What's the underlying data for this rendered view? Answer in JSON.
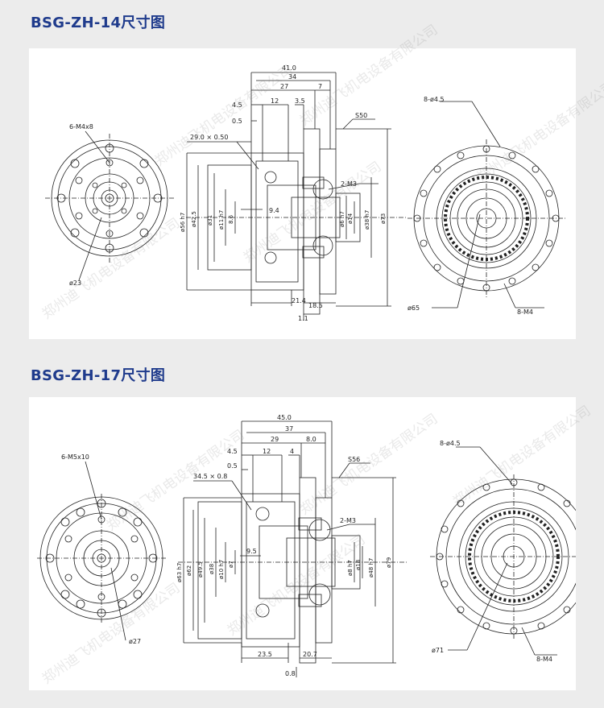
{
  "titles": {
    "zh14": "BSG-ZH-14尺寸图",
    "zh17": "BSG-ZH-17尺寸图"
  },
  "watermark": "郑州迪飞机电设备有限公司",
  "drawing1": {
    "left": {
      "bolts": "6-M4x8",
      "dia": "ø23"
    },
    "section": {
      "d_total": "41.0",
      "d_34": "34",
      "d_27": "27",
      "d_7": "7",
      "d_45": "4.5",
      "d_12": "12",
      "d_35": "3.5",
      "d_05": "0.5",
      "chamfer": "29.0 × 0.50",
      "s": "S50",
      "m3": "2-M3",
      "d_56": "ø56 h7",
      "d_425": "ø42.5",
      "d_31": "ø31",
      "d_11": "ø11 h7",
      "d_86": "8.6",
      "d_94": "9.4",
      "d_6": "ø6 h7",
      "d_14": "ø14",
      "d_38": "ø38 h7",
      "d_73": "ø73",
      "d_214": "21.4",
      "d_185": "18.5",
      "d_11b": "1.1"
    },
    "right": {
      "holes": "8-ø4.5",
      "dia": "ø65",
      "bolts": "8-M4"
    }
  },
  "drawing2": {
    "left": {
      "bolts": "6-M5x10",
      "dia": "ø27"
    },
    "section": {
      "d_total": "45.0",
      "d_37": "37",
      "d_29": "29",
      "d_8": "8.0",
      "d_45": "4.5",
      "d_12": "12",
      "d_4": "4",
      "d_05": "0.5",
      "chamfer": "34.5 × 0.8",
      "s": "S56",
      "m3": "2-M3",
      "d_63": "ø63 h7",
      "d_62": "ø62",
      "d_495": "ø49.5",
      "d_38": "ø38",
      "d_10": "ø10 h7",
      "d_7": "ø7",
      "d_95": "9.5",
      "d_8b": "ø8 h7",
      "d_18": "ø18",
      "d_48": "ø48 h7",
      "d_79": "ø79",
      "d_235": "23.5",
      "d_207": "20.7",
      "d_08": "0.8"
    },
    "right": {
      "holes": "8-ø4.5",
      "dia": "ø71",
      "bolts": "8-M4"
    }
  }
}
